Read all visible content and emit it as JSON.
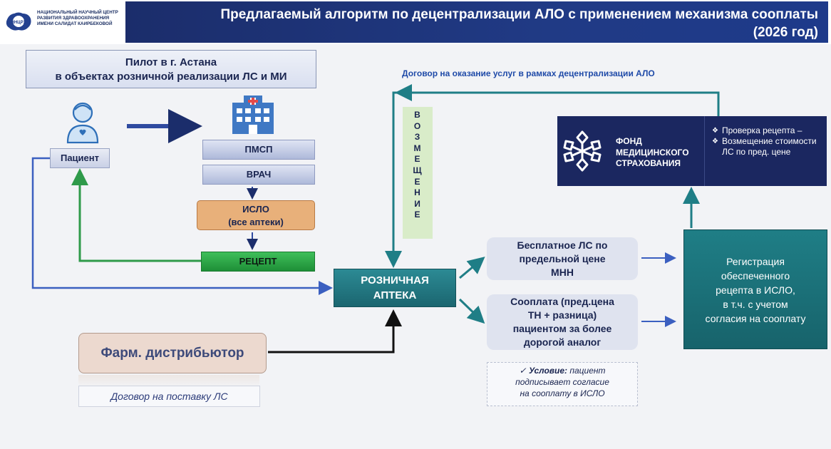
{
  "header": {
    "org_name": "НАЦИОНАЛЬНЫЙ НАУЧНЫЙ ЦЕНТР РАЗВИТИЯ ЗДРАВООХРАНЕНИЯ ИМЕНИ САЛИДАТ КАИРБЕКОВОЙ",
    "logo_abbr": "ННЦРЗ",
    "title_line1": "Предлагаемый алгоритм по децентрализации АЛО с применением механизма сооплаты",
    "title_line2": "(2026 год)"
  },
  "pilot": {
    "line1": "Пилот в г. Астана",
    "line2": "в объектах розничной реализации ЛС и МИ"
  },
  "patient_label": "Пациент",
  "pmsp_label": "ПМСП",
  "doctor_label": "ВРАЧ",
  "islo": {
    "line1": "ИСЛО",
    "line2": "(все аптеки)"
  },
  "recipe_label": "РЕЦЕПТ",
  "pharmacy": {
    "line1": "РОЗНИЧНАЯ",
    "line2": "АПТЕКА"
  },
  "reimbursement_letters": [
    "В",
    "О",
    "З",
    "М",
    "Е",
    "Щ",
    "Е",
    "Н",
    "И",
    "Е"
  ],
  "contract_label": "Договор на оказание услуг в рамках децентрализации АЛО",
  "fund": {
    "line1": "ФОНД",
    "line2": "МЕДИЦИНСКОГО",
    "line3": "СТРАХОВАНИЯ"
  },
  "fund_notes": [
    "Проверка рецепта –",
    "Возмещение стоимости ЛС по пред. цене"
  ],
  "free_box": {
    "line1": "Бесплатное ЛС по",
    "line2": "предельной цене",
    "line3": "МНН"
  },
  "copay_box": {
    "line1": "Сооплата (пред.цена",
    "line2": "ТН + разница)",
    "line3": "пациентом за более",
    "line4": "дорогой аналог"
  },
  "register_box": {
    "line1": "Регистрация",
    "line2": "обеспеченного",
    "line3": "рецепта в ИСЛО,",
    "line4": "в т.ч. с учетом",
    "line5": "согласия на сооплату"
  },
  "condition": {
    "check": "✓",
    "bold": "Условие:",
    "line1": "пациент",
    "line2": "подписывает согласие",
    "line3": "на сооплату в ИСЛО"
  },
  "distributor_label": "Фарм. дистрибьютор",
  "supply_label": "Договор на поставку ЛС",
  "colors": {
    "title_bar": "#1e3a8a",
    "fund": "#1b2760",
    "pharmacy": "#1b6670",
    "register": "#17636b",
    "recipe": "#1e8f37",
    "islo": "#e8b07a",
    "reimbursement": "#d9ecc9",
    "arrow_blue": "#3b5fc0",
    "arrow_teal": "#1f7e86",
    "arrow_green": "#2f9a4a"
  },
  "icons": {
    "patient": "person-icon",
    "hospital": "hospital-icon",
    "fund_logo": "snowflake-logo-icon",
    "org_logo": "kazakhstan-map-logo-icon"
  }
}
